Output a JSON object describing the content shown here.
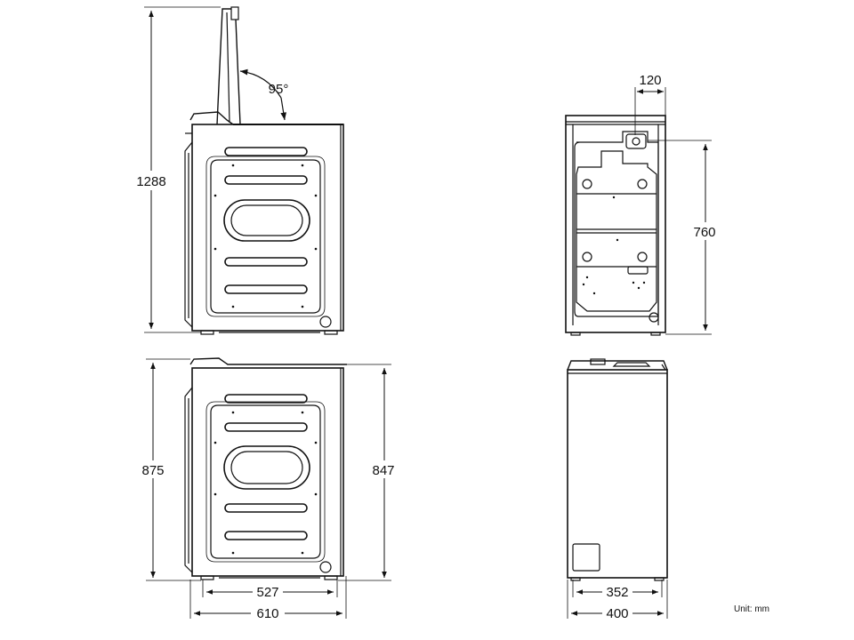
{
  "unit_label": "Unit: mm",
  "views": {
    "side_open_lid": {
      "height_open": "1288",
      "lid_angle": "95°"
    },
    "rear": {
      "offset_top": "120",
      "height_inner": "760"
    },
    "side": {
      "height_total": "875",
      "height_body": "847",
      "depth_body": "527",
      "depth_total": "610"
    },
    "front": {
      "width_body": "352",
      "width_total": "400"
    }
  }
}
